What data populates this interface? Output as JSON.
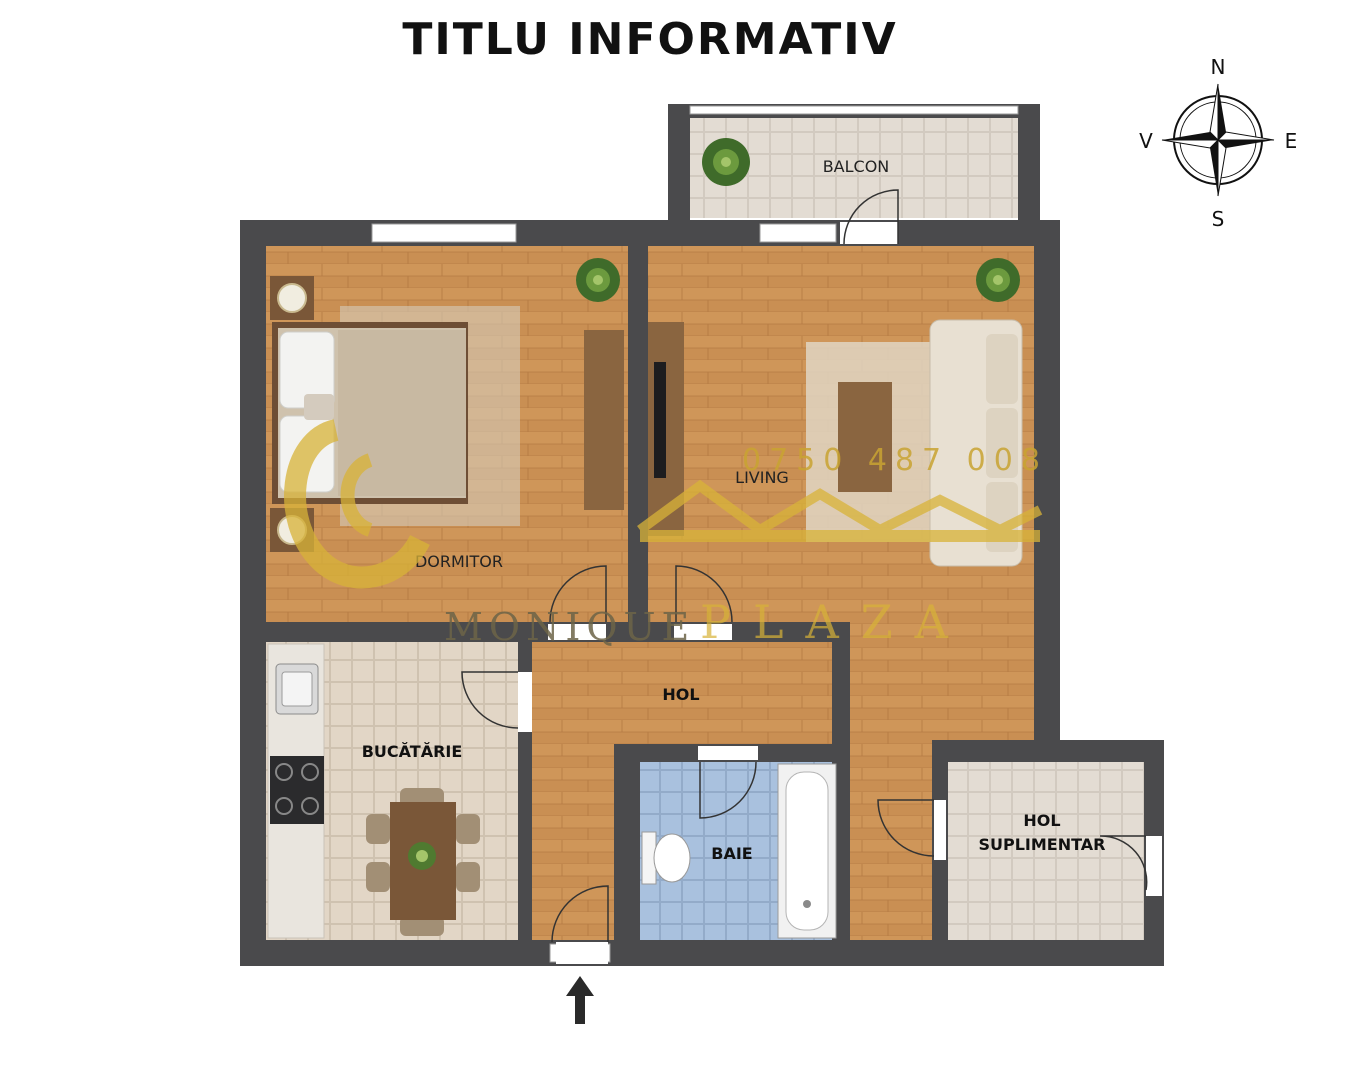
{
  "title": "TITLU INFORMATIV",
  "compass": {
    "north": "N",
    "south": "S",
    "east": "E",
    "west": "V"
  },
  "rooms": {
    "balcon": "BALCON",
    "dormitor": "DORMITOR",
    "living": "LIVING",
    "bucatarie": "BUCĂTĂRIE",
    "hol": "HOL",
    "baie": "BAIE",
    "hol_suplimentar_line1": "HOL",
    "hol_suplimentar_line2": "SUPLIMENTAR"
  },
  "watermark": {
    "phone": "0750 487 008",
    "brand_left": "MONIQUE",
    "brand_right": "PLAZA"
  },
  "colors": {
    "wall": "#4a4a4c",
    "wood": "#c98f53",
    "tile_beige": "#e2d6c6",
    "tile_blue": "#a9c1de",
    "watermark_gold": "#d8b338"
  }
}
